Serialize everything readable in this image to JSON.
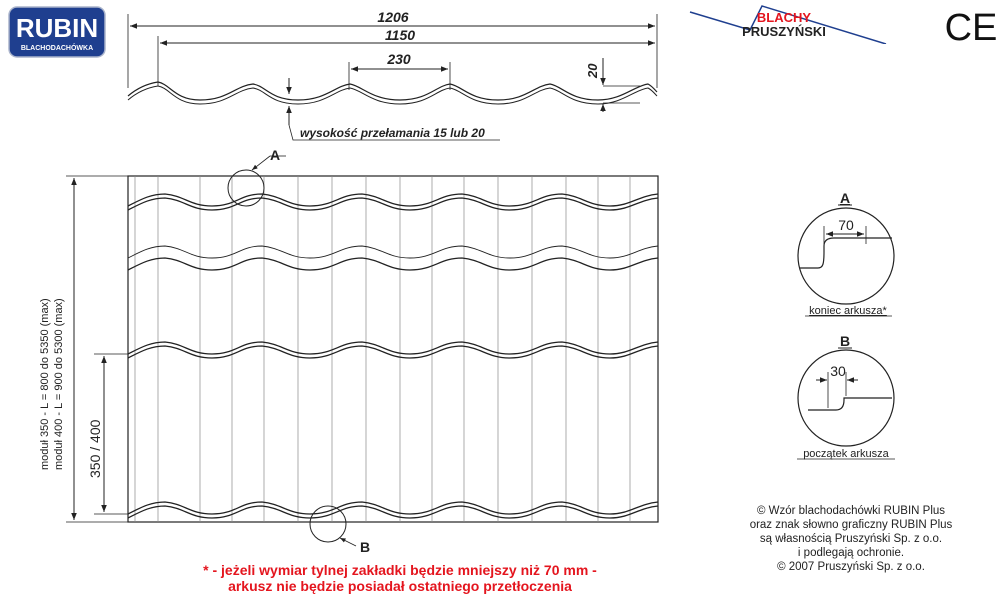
{
  "logos": {
    "rubin_text": "RUBIN",
    "rubin_subtext": "BLACHODACHÓWKA",
    "blachy_line1": "BLACHY",
    "blachy_line2": "PRUSZYŃSKI",
    "ce_text": "CE"
  },
  "profile": {
    "dim_total": "1206",
    "dim_effective": "1150",
    "dim_wave": "230",
    "dim_height": "20",
    "break_label": "wysokość przełamania 15 lub 20"
  },
  "sheet": {
    "label_a": "A",
    "label_b": "B",
    "module_line1": "moduł 350 - L = 800 do 5350 (max)",
    "module_line2": "moduł 400 - L = 900 do 5300 (max)",
    "module_dim": "350 / 400"
  },
  "details": {
    "a_title": "A",
    "a_dim": "70",
    "a_caption": "koniec arkusza*",
    "b_title": "B",
    "b_dim": "30",
    "b_caption": "początek arkusza"
  },
  "footnote": {
    "line1": "* - jeżeli wymiar tylnej zakładki będzie mniejszy niż 70 mm -",
    "line2": "arkusz nie będzie posiadał ostatniego przetłoczenia"
  },
  "copyright": {
    "line1": "© Wzór blachodachówki RUBIN Plus",
    "line2": "oraz znak słowno graficzny RUBIN Plus",
    "line3": "są własnością Pruszyński Sp. z o.o.",
    "line4": "i podlegają ochronie.",
    "line5": "© 2007 Pruszyński Sp. z o.o."
  },
  "colors": {
    "rubin_blue": "#1f3f8f",
    "blachy_red": "#e4151e",
    "footnote_red": "#e4151e",
    "line": "#222222"
  }
}
